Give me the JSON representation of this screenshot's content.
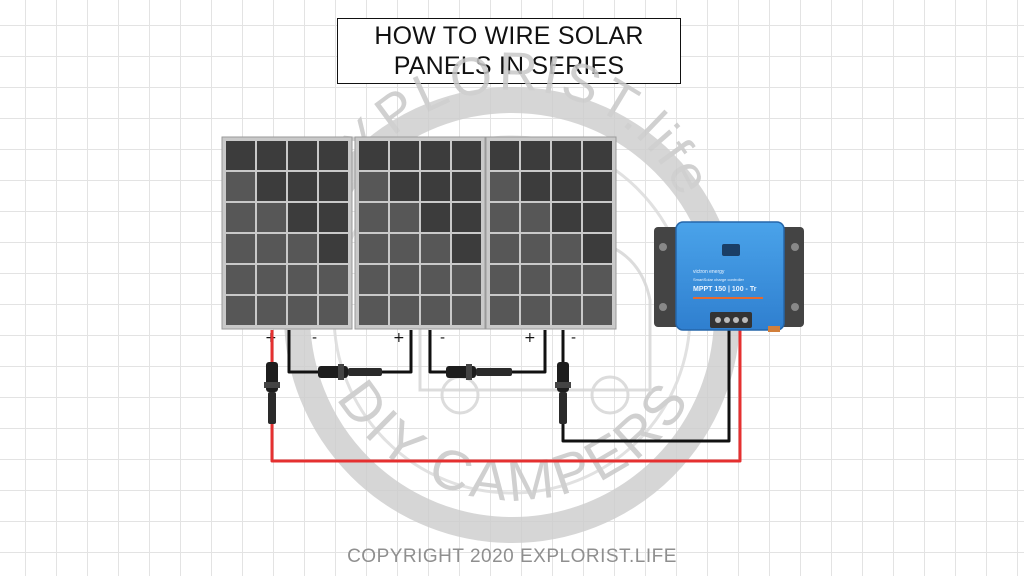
{
  "title": {
    "line1": "HOW TO WIRE SOLAR",
    "line2": "PANELS IN SERIES"
  },
  "footer": "COPYRIGHT 2020 EXPLORIST.LIFE",
  "watermark": {
    "top_text": "EXPLORIST.life",
    "bottom_text": "DIY CAMPERS"
  },
  "panels": [
    {
      "positive_label": "+",
      "negative_label": "-"
    },
    {
      "positive_label": "+",
      "negative_label": "-"
    },
    {
      "positive_label": "+",
      "negative_label": "-"
    }
  ],
  "charge_controller": {
    "brand": "victron energy",
    "subtitle": "SmartSolar charge controller",
    "model": "MPPT 150 | 100 - Tr"
  },
  "colors": {
    "positive_wire": "#e53030",
    "negative_wire": "#111111",
    "panel": "#4a4a4a",
    "controller": "#3a8fd9"
  }
}
